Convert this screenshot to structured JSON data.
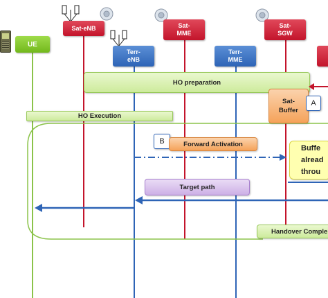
{
  "nodes": {
    "ue": "UE",
    "sat_enb": "Sat-eNB",
    "terr_enb": "Terr-\neNB",
    "sat_mme": "Sat-\nMME",
    "terr_mme": "Terr-\nMME",
    "sat_sgw": "Sat-\nSGW"
  },
  "phases": {
    "ho_preparation": "HO preparation",
    "ho_execution": "HO Execution",
    "sat_buffer": "Sat-\nBuffer",
    "forward_activation": "Forward Activation",
    "target_path": "Target path",
    "handover_complete": "Handover Comple",
    "buffer_note": "Buffe\nalread\nthrou"
  },
  "callouts": {
    "a": "A",
    "b": "B"
  },
  "colors": {
    "sat_lifeline": "#c3142b",
    "terr_lifeline": "#2e64b6",
    "ue_lifeline": "#72b81c",
    "arrow": "#2e64b6",
    "arrow_red": "#c3142b"
  }
}
